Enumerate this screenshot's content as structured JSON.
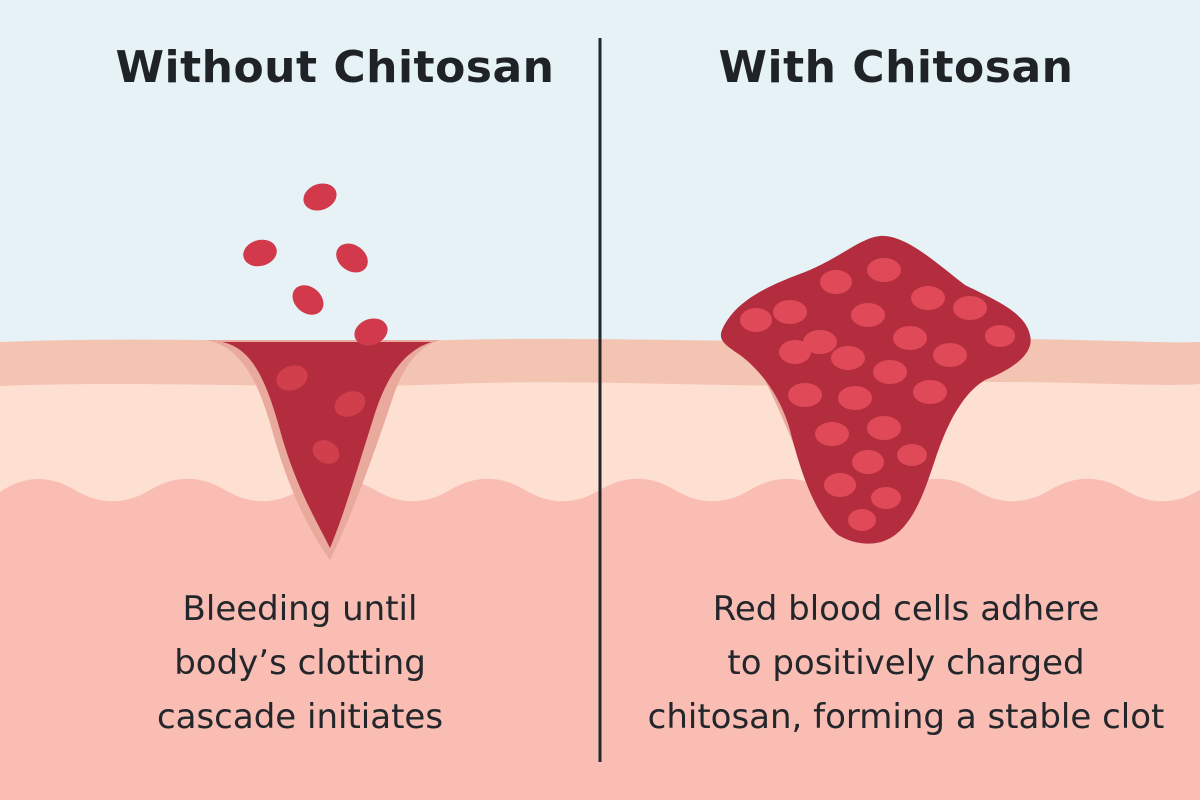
{
  "panels": {
    "left": {
      "title": "Without Chitosan",
      "caption_lines": [
        "Bleeding until",
        "body’s clotting",
        "cascade initiates"
      ]
    },
    "right": {
      "title": "With Chitosan",
      "caption_lines": [
        "Red blood cells adhere",
        "to positively charged",
        "chitosan, forming a stable clot"
      ]
    }
  },
  "colors": {
    "sky": "#e6f2f5",
    "epidermis": "#f4c4b3",
    "dermis": "#fde0d2",
    "deep_tissue": "#f9bdb4",
    "blood": "#b32d3e",
    "blood_cell": "#e04a58",
    "divider": "#23262a"
  }
}
